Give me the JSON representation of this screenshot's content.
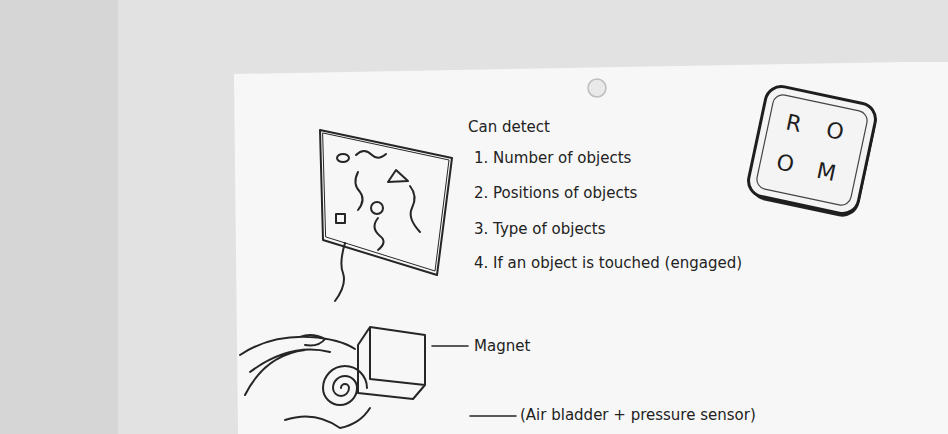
{
  "diagram": {
    "nodes": [
      {
        "text": [
          "R",
          "O",
          "O",
          "M"
        ]
      }
    ],
    "labels": [
      "Can detect",
      "1. Number of objects",
      "2. Positions of objects",
      "3. Type of objects",
      "4. If an object is touched (engaged)",
      "Magnet",
      "(Air bladder + pressure sensor)"
    ]
  }
}
